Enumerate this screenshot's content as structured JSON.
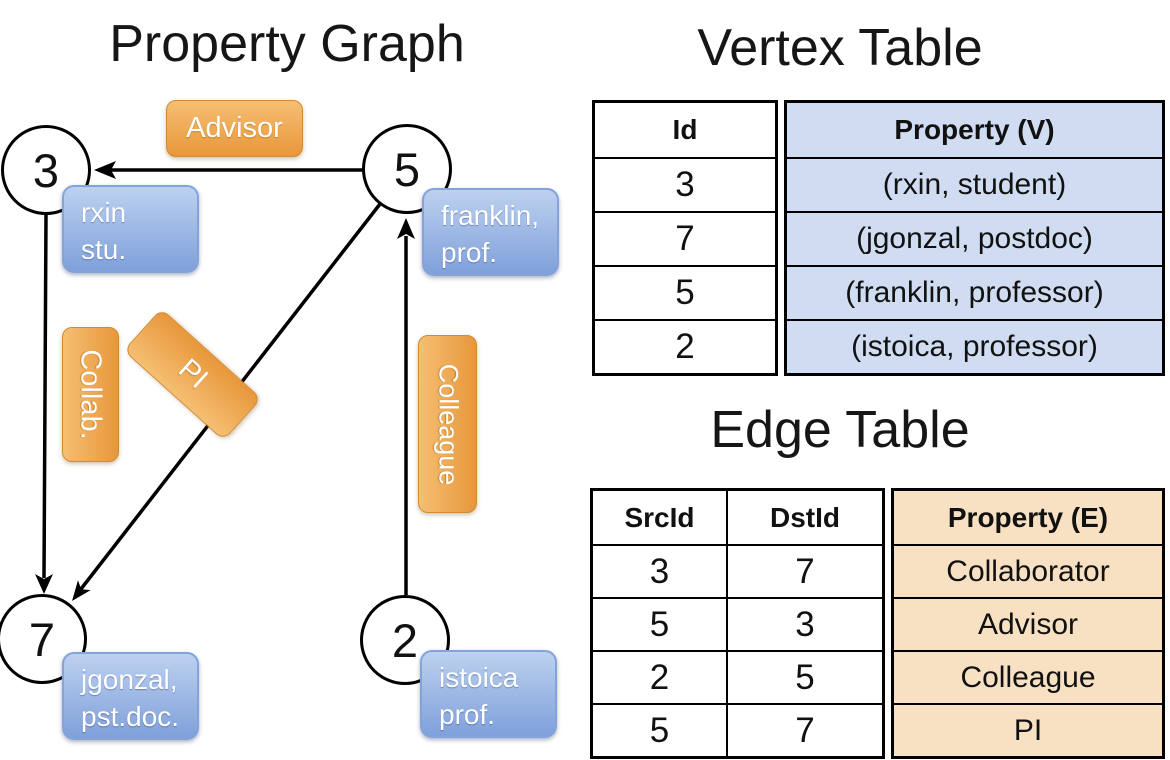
{
  "titles": {
    "graph": "Property Graph",
    "vertex": "Vertex Table",
    "edge": "Edge Table"
  },
  "colors": {
    "edge_pill_top": "#f5bf73",
    "edge_pill_bottom": "#e8973a",
    "vertex_box_top": "#bdd1f0",
    "vertex_box_bottom": "#7fa0da",
    "vertex_property_bg": "#cfdcf1",
    "edge_property_bg": "#f8e0c2"
  },
  "graph": {
    "nodes": [
      {
        "id": "3",
        "prop_line1": "rxin",
        "prop_line2": "stu."
      },
      {
        "id": "5",
        "prop_line1": "franklin,",
        "prop_line2": "prof."
      },
      {
        "id": "7",
        "prop_line1": "jgonzal,",
        "prop_line2": "pst.doc."
      },
      {
        "id": "2",
        "prop_line1": "istoica",
        "prop_line2": "prof."
      }
    ],
    "edge_labels": {
      "advisor": "Advisor",
      "collab": "Collab.",
      "pi": "PI",
      "colleague": "Colleague"
    }
  },
  "vertex_table": {
    "headers": [
      "Id",
      "Property (V)"
    ],
    "rows": [
      [
        "3",
        "(rxin, student)"
      ],
      [
        "7",
        "(jgonzal, postdoc)"
      ],
      [
        "5",
        "(franklin, professor)"
      ],
      [
        "2",
        "(istoica, professor)"
      ]
    ]
  },
  "edge_table": {
    "headers": [
      "SrcId",
      "DstId",
      "Property (E)"
    ],
    "rows": [
      [
        "3",
        "7",
        "Collaborator"
      ],
      [
        "5",
        "3",
        "Advisor"
      ],
      [
        "2",
        "5",
        "Colleague"
      ],
      [
        "5",
        "7",
        "PI"
      ]
    ]
  }
}
